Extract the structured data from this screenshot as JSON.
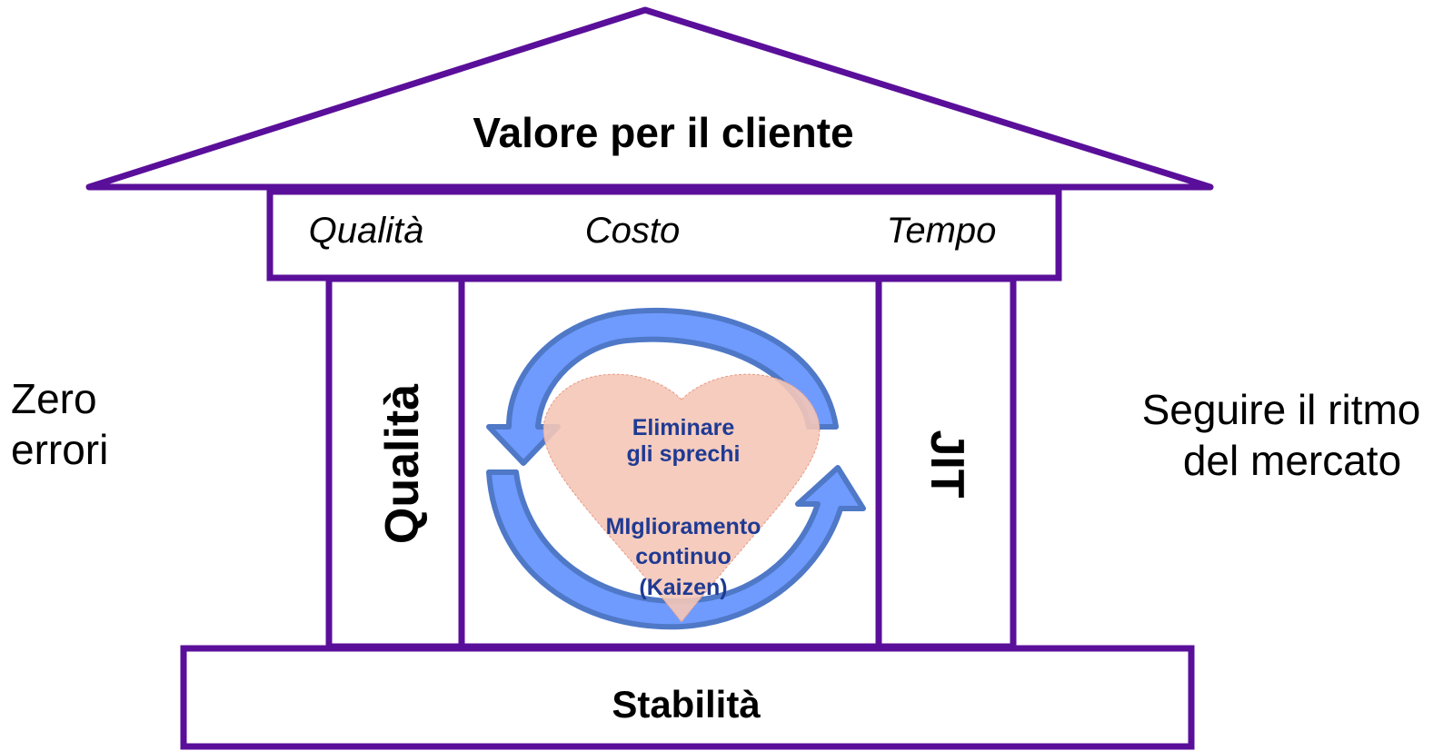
{
  "colors": {
    "frame": "#5a0f9a",
    "arrow_outer": "#4f78c7",
    "arrow_inner": "#6f9bff",
    "heart_fill": "#f4c7b7",
    "heart_text": "#1f3a93"
  },
  "roof": {
    "title": "Valore per il cliente"
  },
  "beam": {
    "left": "Qualità",
    "center": "Costo",
    "right": "Tempo"
  },
  "pillars": {
    "left": "Qualità",
    "right": "JIT"
  },
  "side": {
    "left": [
      "Zero",
      "errori"
    ],
    "right": [
      "Seguire il ritmo",
      "del mercato"
    ]
  },
  "center": {
    "heart_lines": [
      "Eliminare",
      "gli sprechi"
    ],
    "kaizen_lines": [
      "MIglioramento",
      "continuo",
      "(Kaizen)"
    ],
    "icons": [
      "cycle-arrows-icon",
      "heart-icon"
    ]
  },
  "base": {
    "label": "Stabilità"
  }
}
